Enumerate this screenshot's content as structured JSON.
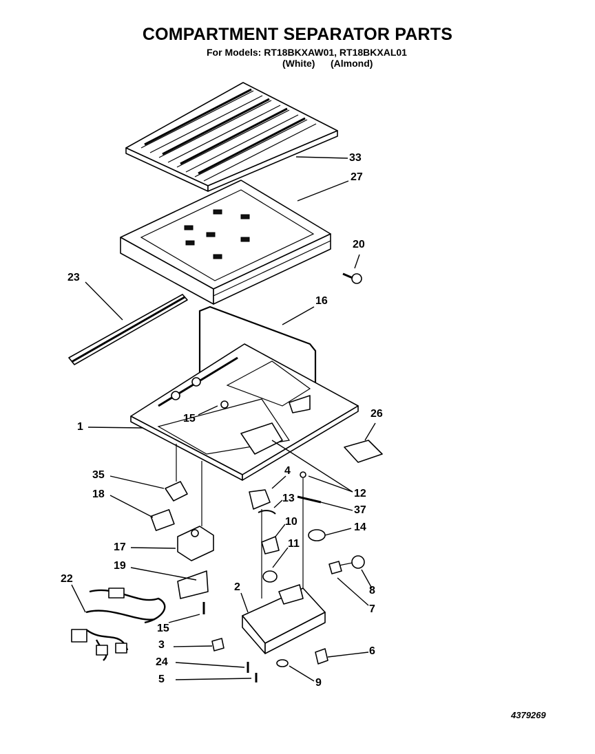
{
  "header": {
    "title": "COMPARTMENT SEPARATOR PARTS",
    "models_line": "For Models: RT18BKXAW01, RT18BKXAL01",
    "variant_white": "(White)",
    "variant_almond": "(Almond)"
  },
  "callouts": {
    "p33": "33",
    "p27": "27",
    "p20": "20",
    "p23": "23",
    "p16": "16",
    "p26": "26",
    "p1": "1",
    "p15a": "15",
    "p35": "35",
    "p4": "4",
    "p12": "12",
    "p18": "18",
    "p13": "13",
    "p37": "37",
    "p10": "10",
    "p14": "14",
    "p17": "17",
    "p11": "11",
    "p19": "19",
    "p8": "8",
    "p22": "22",
    "p2": "2",
    "p7": "7",
    "p15b": "15",
    "p3": "3",
    "p6": "6",
    "p24": "24",
    "p5": "5",
    "p9": "9"
  },
  "doc_number": "4379269"
}
